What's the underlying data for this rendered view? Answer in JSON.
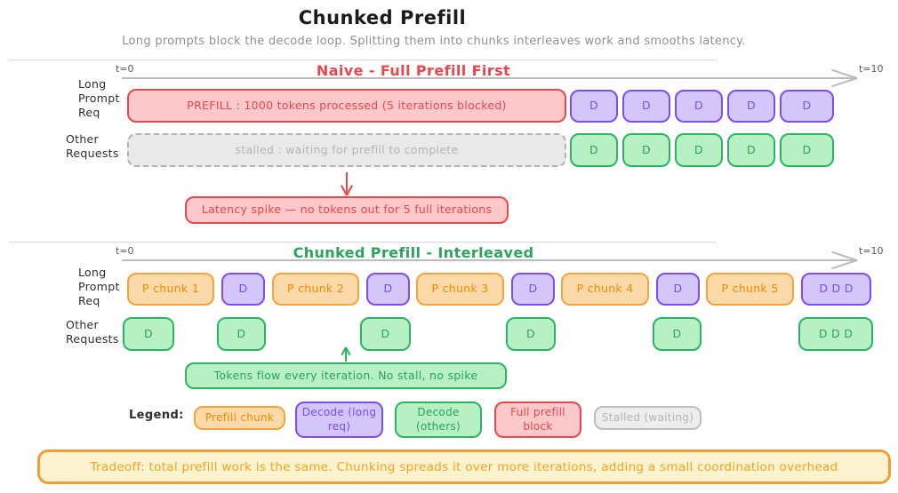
{
  "header": {
    "title": "Chunked Prefill",
    "subtitle": "Long prompts block the decode loop. Splitting them into chunks interleaves work and smooths latency."
  },
  "labels": {
    "decode": "D",
    "decode_multi": "D D D"
  },
  "colors": {
    "red": "#e8474d",
    "purple": "#7c4df0",
    "green": "#29b562",
    "orange": "#f08c00",
    "gray": "#b1b1b1",
    "banner_border": "#f29d38"
  },
  "sections": {
    "naive": {
      "title": "Naive - Full Prefill First",
      "t_start": "t=0",
      "t_end": "t=10",
      "long_prompt_label": "Long\nPrompt\nReq",
      "other_requests_label": "Other\nRequests",
      "prefill_label": "PREFILL : 1000 tokens processed (5 iterations blocked)",
      "stalled_label": "stalled : waiting for prefill to complete",
      "callout": "Latency spike — no tokens out for 5 full iterations"
    },
    "chunked": {
      "title": "Chunked Prefill - Interleaved",
      "t_start": "t=0",
      "t_end": "t=10",
      "long_prompt_label": "Long\nPrompt\nReq",
      "other_requests_label": "Other\nRequests",
      "chunks": [
        "P chunk 1",
        "P chunk 2",
        "P chunk 3",
        "P chunk 4",
        "P chunk 5"
      ],
      "callout": "Tokens flow every iteration. No stall, no spike"
    }
  },
  "legend": {
    "label": "Legend:",
    "items": [
      {
        "label": "Prefill chunk"
      },
      {
        "label": "Decode (long req)"
      },
      {
        "label": "Decode (others)"
      },
      {
        "label": "Full prefill block"
      },
      {
        "label": "Stalled (waiting)"
      }
    ]
  },
  "footer": {
    "tradeoff": "Tradeoff: total prefill work is the same. Chunking spreads it over more iterations, adding a small coordination overhead"
  }
}
